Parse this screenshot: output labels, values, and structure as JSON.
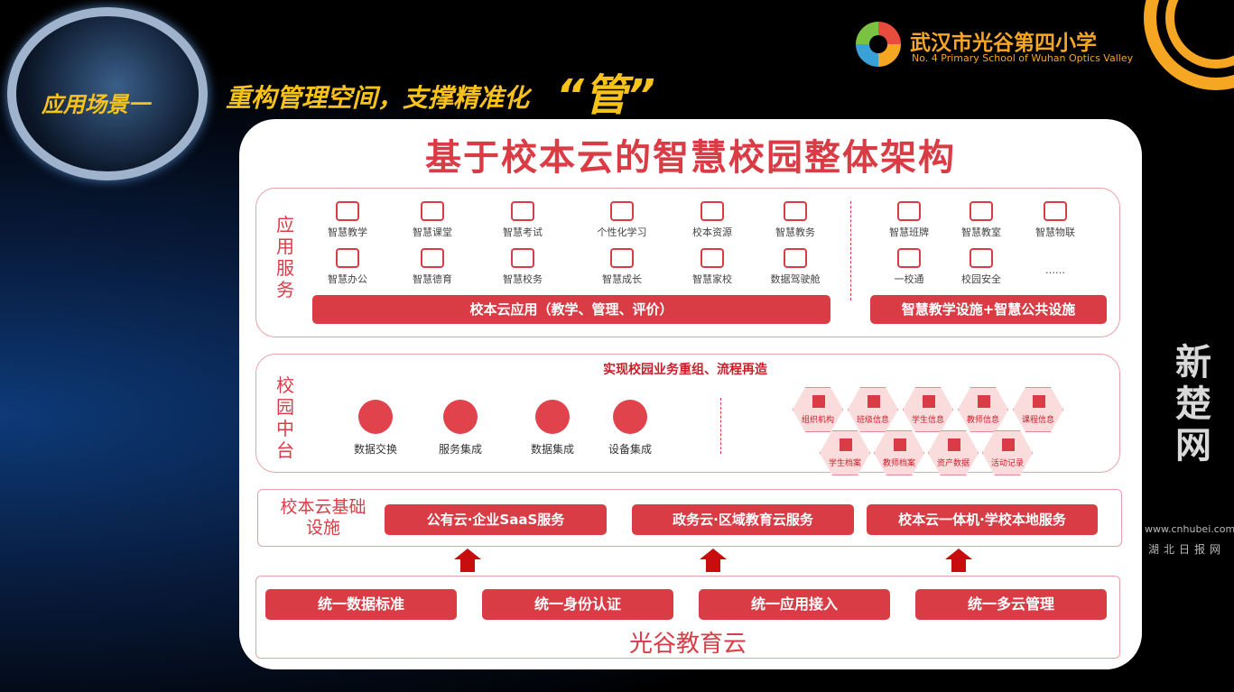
{
  "scene_label": "应用场景一",
  "headline": "重构管理空间，支撑精准化",
  "headline_emph": "“管”",
  "school": {
    "name": "武汉市光谷第四小学",
    "en": "No. 4 Primary School of Wuhan Optics Valley"
  },
  "card_title": "基于校本云的智慧校园整体架构",
  "app_service": {
    "label": "应用服务",
    "items": [
      "智慧教学",
      "智慧课堂",
      "智慧考试",
      "个性化学习",
      "校本资源",
      "智慧教务",
      "智慧办公",
      "智慧德育",
      "智慧校务",
      "智慧成长",
      "智慧家校",
      "数据驾驶舱"
    ],
    "right_items": [
      "智慧班牌",
      "智慧教室",
      "智慧物联",
      "一校通",
      "校园安全",
      "……"
    ],
    "bar_left": "校本云应用（教学、管理、评价）",
    "bar_right": "智慧教学设施+智慧公共设施"
  },
  "middle": {
    "label": "校园中台",
    "subtitle": "实现校园业务重组、流程再造",
    "items": [
      "数据交换",
      "服务集成",
      "数据集成",
      "设备集成"
    ],
    "hex": [
      "组织机构",
      "班级信息",
      "学生信息",
      "教师信息",
      "课程信息",
      "学生档案",
      "教师档案",
      "资产数据",
      "活动记录"
    ]
  },
  "infra": {
    "label": "校本云基础设施",
    "items": [
      "公有云·企业SaaS服务",
      "政务云·区域教育云服务",
      "校本云一体机·学校本地服务"
    ]
  },
  "cloud": {
    "items": [
      "统一数据标准",
      "统一身份认证",
      "统一应用接入",
      "统一多云管理"
    ],
    "name": "光谷教育云"
  },
  "watermark": {
    "name": "新楚网",
    "url": "www.cnhubei.com",
    "sub": "湖北日报网"
  }
}
